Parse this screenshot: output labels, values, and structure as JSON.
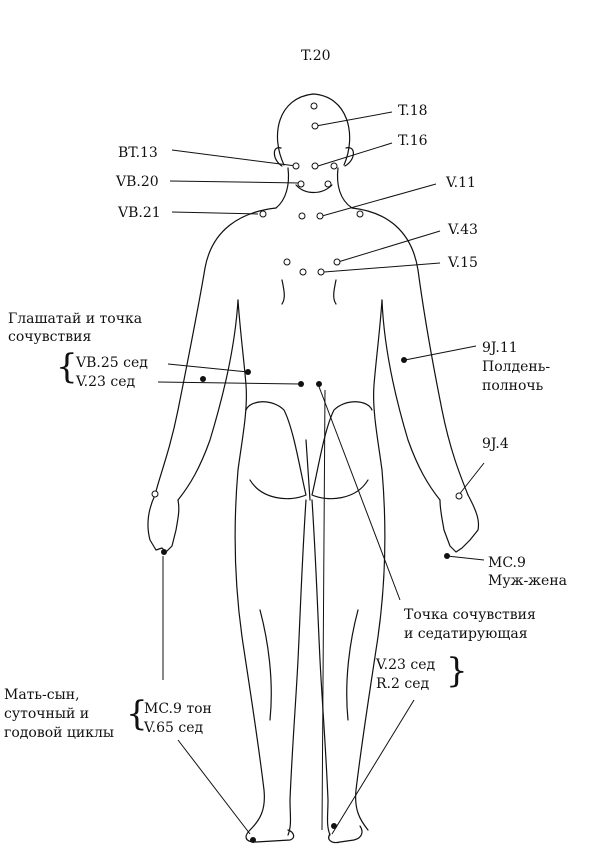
{
  "labels": {
    "t20": "T.20",
    "t18": "T.18",
    "t16": "T.16",
    "bt13": "BT.13",
    "vb20": "VB.20",
    "vb21": "VB.21",
    "v11": "V.11",
    "v43": "V.43",
    "v15": "V.15",
    "herald_line1": "Глашатай и точка",
    "herald_line2": "сочувствия",
    "vb25": "VB.25 сед",
    "v23_left": "V.23 сед",
    "j11": "9J.11",
    "midday_line1": "Полдень-",
    "midday_line2": "полночь",
    "j4": "9J.4",
    "mc9_right": "MC.9",
    "husband_wife": "Муж-жена",
    "compassion_line1": "Точка сочувствия",
    "compassion_line2": "и седатирующая",
    "v23_right": "V.23 сед",
    "r2": "R.2 сед",
    "mother_line1": "Мать-сын,",
    "mother_line2": "суточный и",
    "mother_line3": "годовой циклы",
    "mc9_ton": "MC.9 тон",
    "v65": "V.65 сед"
  }
}
